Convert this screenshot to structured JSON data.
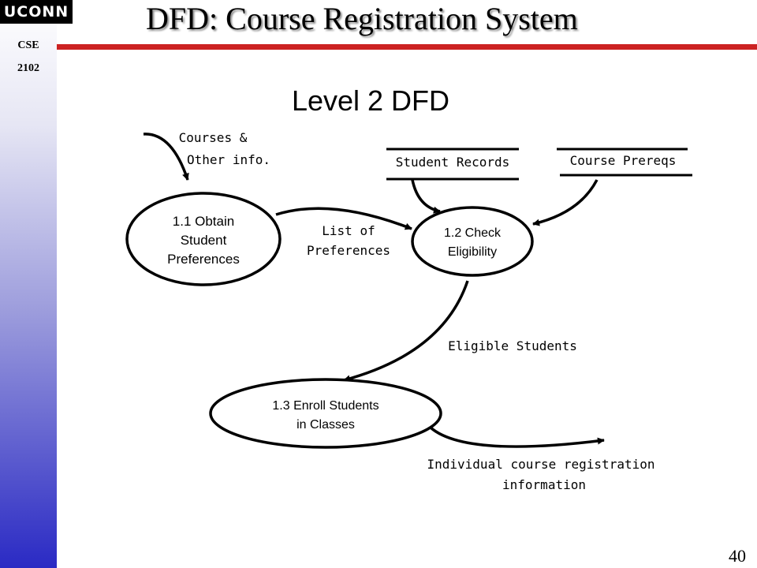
{
  "header": {
    "logo_text": "UCONN",
    "course_code": "CSE",
    "course_number": "2102",
    "title": "DFD: Course Registration System"
  },
  "diagram": {
    "subtitle": "Level 2 DFD",
    "processes": [
      {
        "lines": [
          "1.1 Obtain",
          "Student",
          "Preferences"
        ]
      },
      {
        "lines": [
          "1.2 Check",
          "Eligibility"
        ]
      },
      {
        "lines": [
          "1.3 Enroll Students",
          "in Classes"
        ]
      }
    ],
    "data_stores": [
      {
        "label": "Student Records"
      },
      {
        "label": "Course Prereqs"
      }
    ],
    "flows": {
      "courses_info": [
        "Courses &",
        "Other info."
      ],
      "list_of_preferences": [
        "List of",
        "Preferences"
      ],
      "eligible_students": "Eligible Students",
      "registration_info": [
        "Individual course registration",
        "information"
      ]
    }
  },
  "footer": {
    "page_number": "40"
  }
}
